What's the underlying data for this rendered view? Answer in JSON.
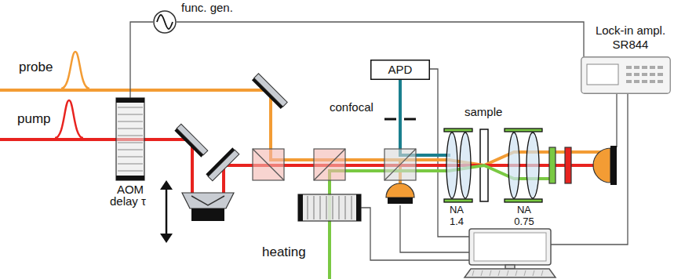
{
  "diagram": {
    "nodes": [
      {
        "text": [
          "func. gen."
        ]
      },
      {
        "text": [
          "AOM"
        ]
      },
      {
        "text": [
          "APD"
        ]
      },
      {
        "text": [
          "Lock-in ampl. SR844"
        ]
      }
    ],
    "edges": [
      {
        "from": 0,
        "to": 1,
        "arrow": "none"
      },
      {
        "from": 0,
        "to": 3,
        "arrow": "none"
      }
    ],
    "labels": [
      "probe",
      "pump",
      "delay τ",
      "heating",
      "confocal",
      "sample",
      "NA 1.4",
      "NA 0.75"
    ]
  }
}
